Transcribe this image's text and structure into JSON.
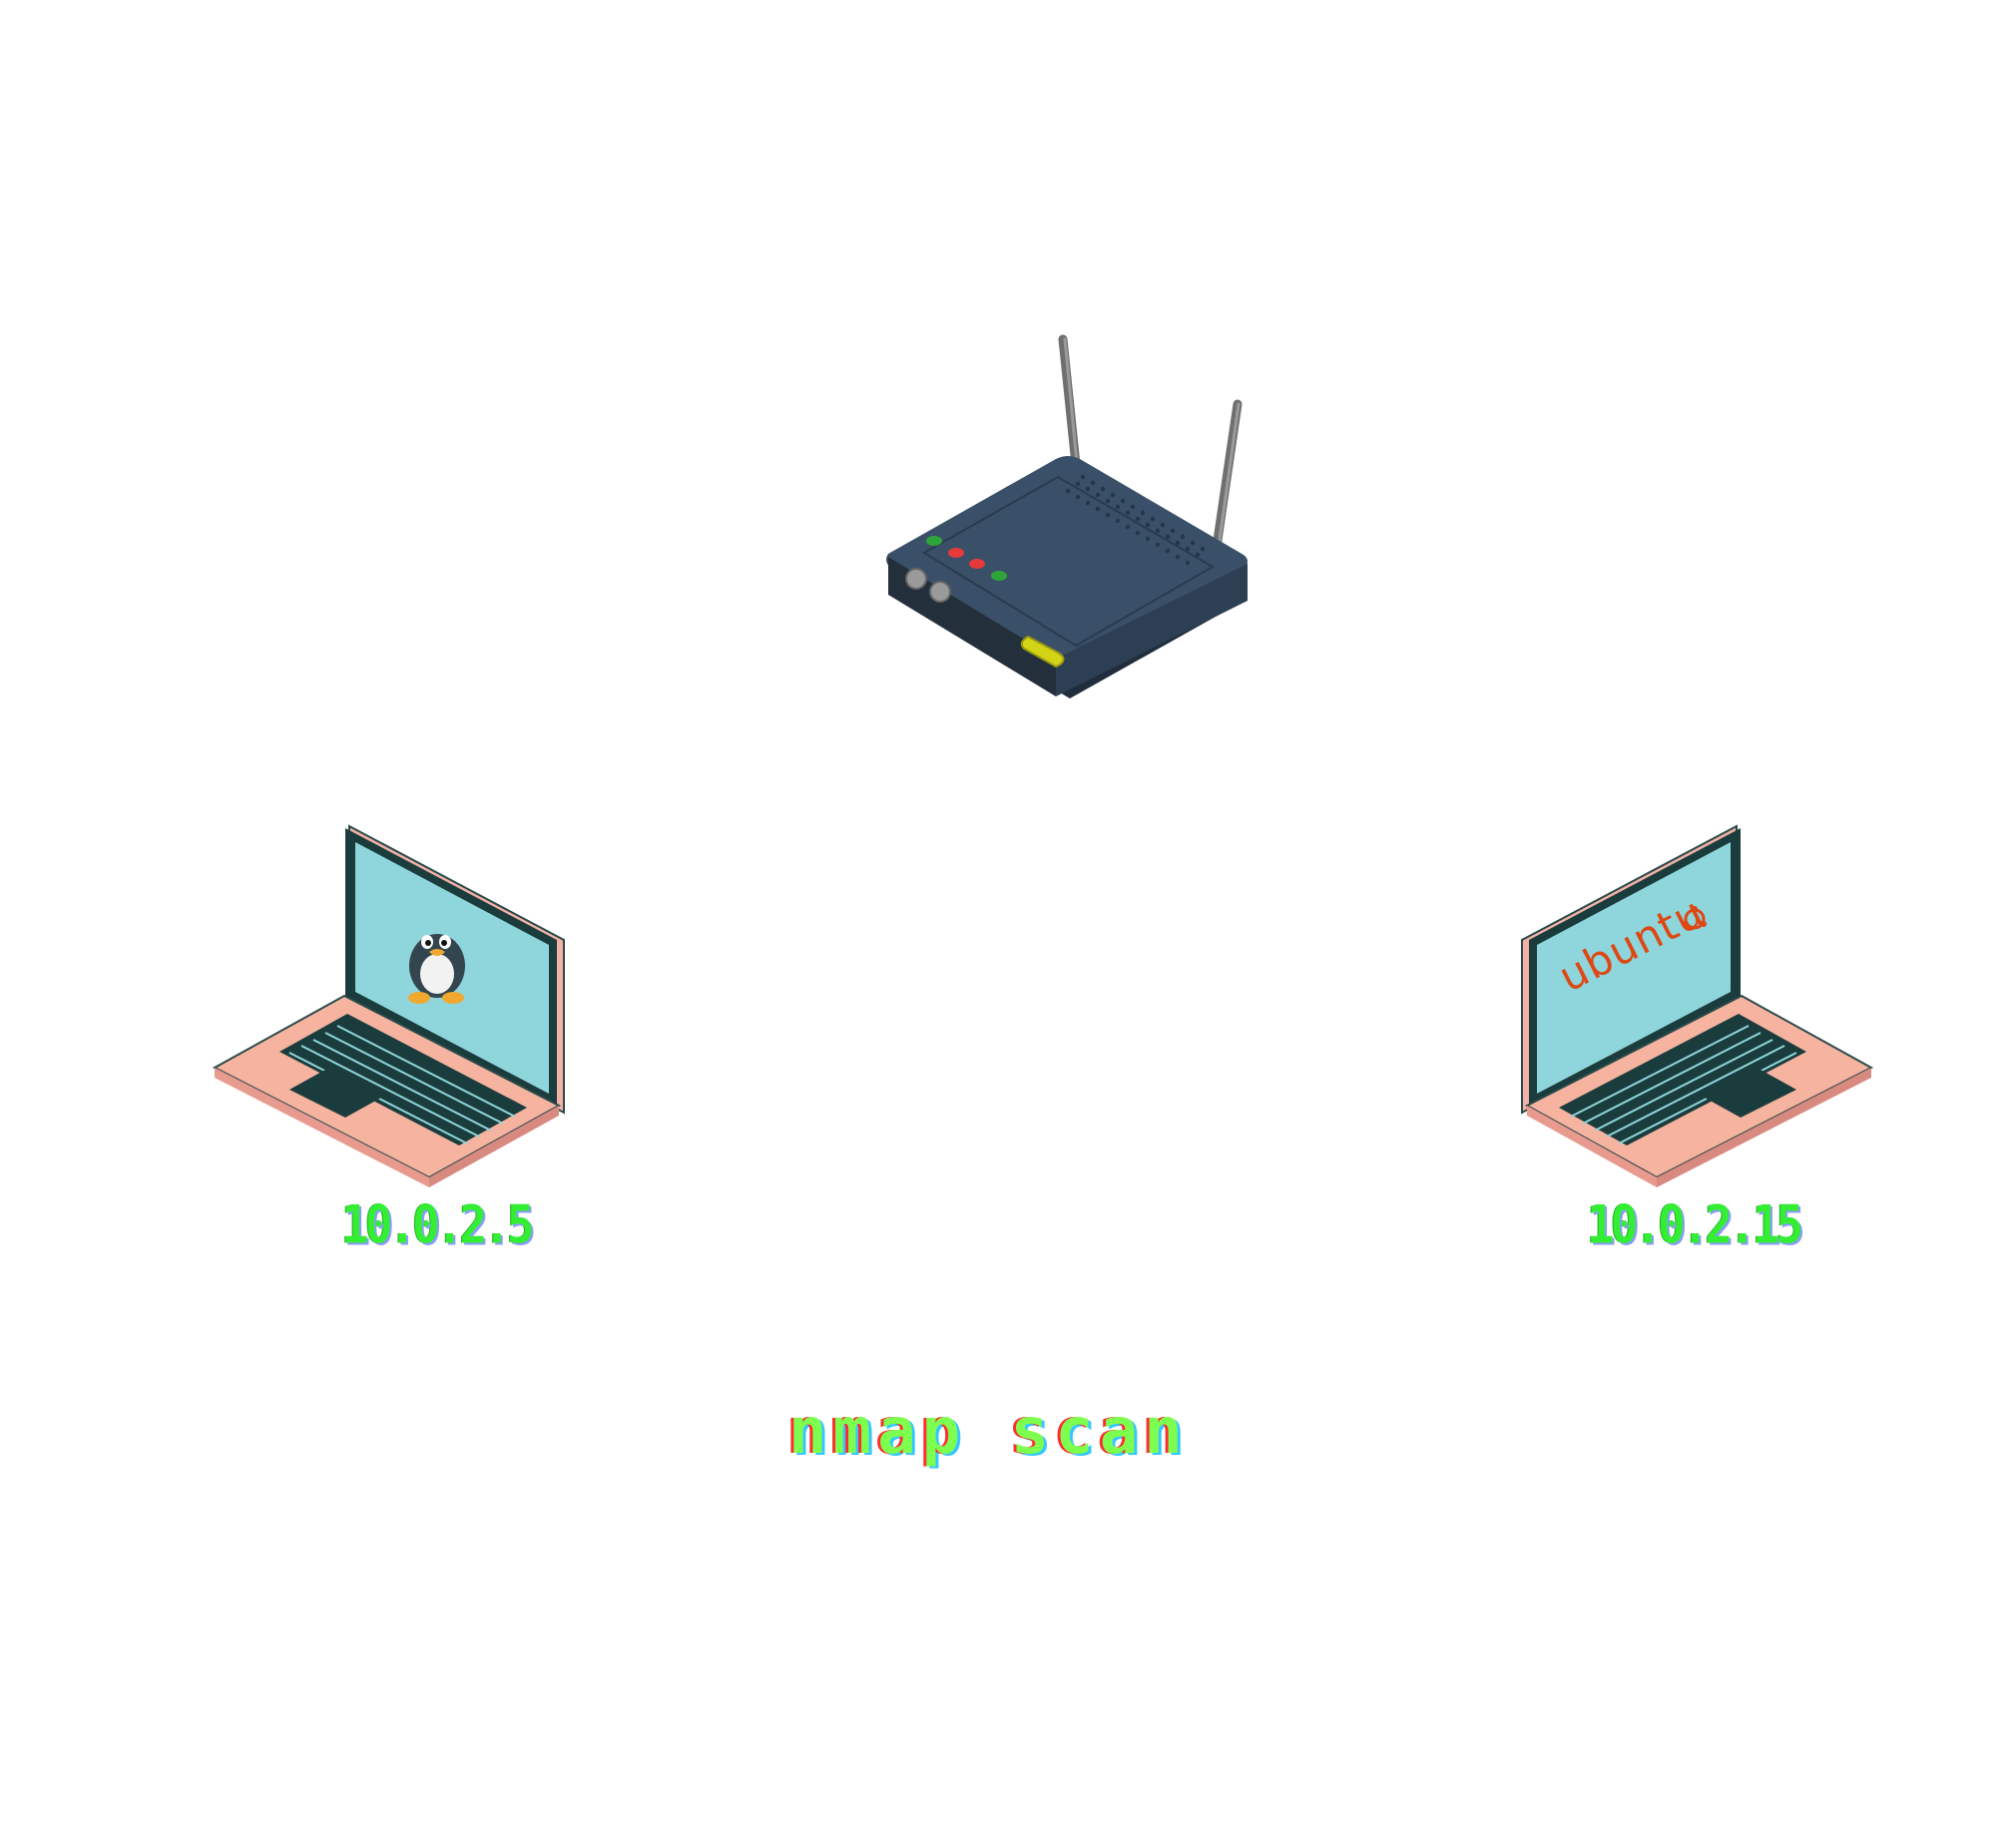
{
  "title": "nmap scan",
  "nodes": [
    {
      "id": "router",
      "label": "",
      "icon": "wifi-router-icon"
    },
    {
      "id": "laptop-left",
      "label": "10.0.2.5",
      "icon": "linux-tux-icon"
    },
    {
      "id": "laptop-right",
      "label": "10.0.2.15",
      "icon": "ubuntu-logo-icon",
      "screen_text": "ubuntu"
    }
  ],
  "colors": {
    "label_green": "#33ee33",
    "router_body": "#34495e",
    "laptop_shell": "#f5b3a0",
    "laptop_screen": "#8fd6dc",
    "ubuntu_orange": "#dd4814"
  }
}
